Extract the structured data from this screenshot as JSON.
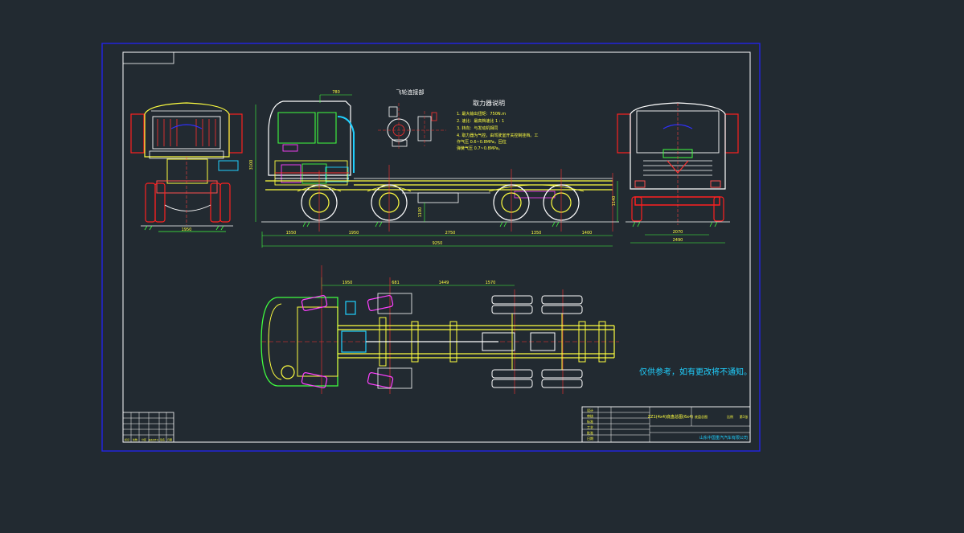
{
  "drawing": {
    "top_header": {
      "pto_title": "取力器说明",
      "flywheel_label": "飞轮连接部"
    },
    "pto_notes": [
      "1. 最大输出扭矩：750N.m",
      "2. 速比：最高档速比 1 : 1",
      "3. 转向：与发动机相同",
      "4. 取力器为气控，由驾驶室开关控制挂档。工",
      "   作气压 0.6~0.8MPa，回位",
      "   弹簧气压 0.7~0.8MPa。"
    ],
    "note_right": "仅供参考，如有更改将不通知。",
    "dims": {
      "front_width": "1950",
      "side_total": "9250",
      "side_seg1": "1550",
      "side_seg2": "1950",
      "side_seg3": "2750",
      "side_seg4": "1350",
      "side_seg5": "1400",
      "cab_top": "780",
      "height_left": "3100",
      "height_right": "1140",
      "height_mid": "1100",
      "rear_width": "2070",
      "rear_total": "2490",
      "plan_d1": "1950",
      "plan_d2": "681",
      "plan_d3": "1449",
      "plan_d4": "1570"
    },
    "title_block": {
      "drawing_name": "ZZ1(4x4)底盘总图(6x4)",
      "sub_label": "底盘总图",
      "scale_label": "比例",
      "sheet_label": "第1张",
      "company": "山东中国重汽汽车有限公司",
      "rows_left": [
        "设计",
        "审核",
        "标准",
        "工艺",
        "批准",
        "日期"
      ],
      "cols_left_bottom": [
        "标记",
        "处数",
        "分区",
        "更改文件号",
        "签名",
        "日期"
      ]
    }
  }
}
